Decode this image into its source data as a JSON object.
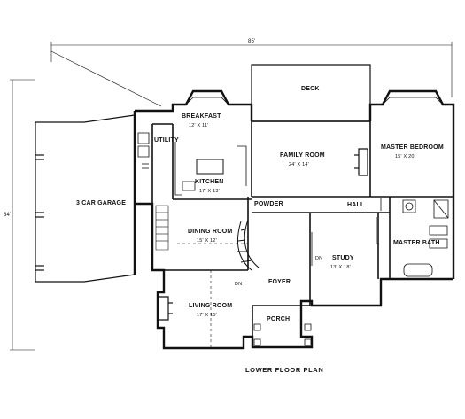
{
  "plan": {
    "title": "LOWER FLOOR PLAN",
    "overall_width": "85'",
    "overall_depth": "84'"
  },
  "rooms": {
    "deck": {
      "name": "DECK"
    },
    "breakfast": {
      "name": "BREAKFAST",
      "size": "12' X 11'"
    },
    "utility": {
      "name": "UTILITY"
    },
    "family_room": {
      "name": "FAMILY ROOM",
      "size": "24' X 14'"
    },
    "master_bedroom": {
      "name": "MASTER BEDROOM",
      "size": "15' X 20'"
    },
    "kitchen": {
      "name": "KITCHEN",
      "size": "17' X 13'"
    },
    "garage": {
      "name": "3 CAR GARAGE"
    },
    "powder": {
      "name": "POWDER"
    },
    "hall": {
      "name": "HALL"
    },
    "dining_room": {
      "name": "DINING ROOM",
      "size": "15' X 12'"
    },
    "study": {
      "name": "STUDY",
      "size": "13' X 18'"
    },
    "master_bath": {
      "name": "MASTER BATH"
    },
    "foyer": {
      "name": "FOYER"
    },
    "living_room": {
      "name": "LIVING ROOM",
      "size": "17' X 15'"
    },
    "porch": {
      "name": "PORCH"
    }
  },
  "markers": {
    "dn": "DN"
  }
}
